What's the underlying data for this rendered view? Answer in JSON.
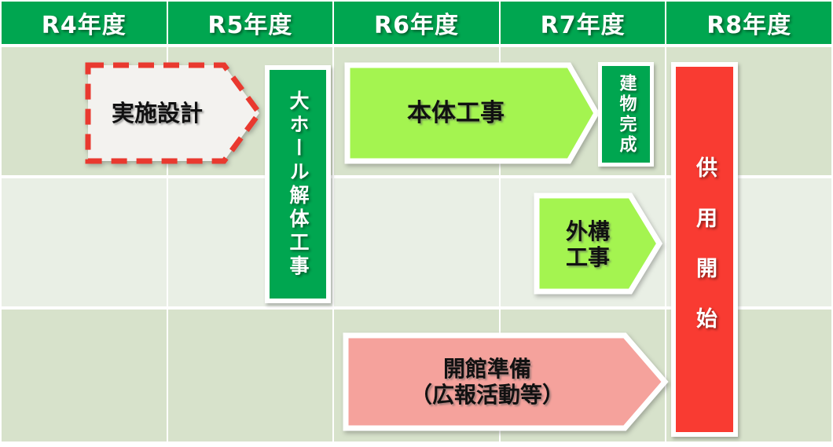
{
  "header": {
    "columns": [
      {
        "label": "R4年度"
      },
      {
        "label": "R5年度"
      },
      {
        "label": "R6年度"
      },
      {
        "label": "R7年度"
      },
      {
        "label": "R8年度"
      }
    ]
  },
  "tasks": {
    "design": {
      "label": "実施設計"
    },
    "hall_demolition": {
      "label": "大ホール解体工事"
    },
    "main_construction": {
      "label": "本体工事"
    },
    "building_completion": {
      "label": "建物完成"
    },
    "exterior_works": {
      "line1": "外構",
      "line2": "工事"
    },
    "opening_preparation": {
      "line1": "開館準備",
      "line2": "（広報活動等）"
    },
    "service_start": {
      "label": "供用開始"
    }
  },
  "colors": {
    "header_green": "#00A650",
    "solid_bar_green": "#00A650",
    "service_start_red": "#F93B32",
    "dashed_border_red": "#E9392F",
    "construction_yellow_green": "#A4F450",
    "opening_prep_pink": "#F5A29C",
    "row_dark_sage": "#D7E2CB",
    "row_light_sage": "#E9EFE5",
    "dashed_box_fill": "#F3F2EF"
  }
}
